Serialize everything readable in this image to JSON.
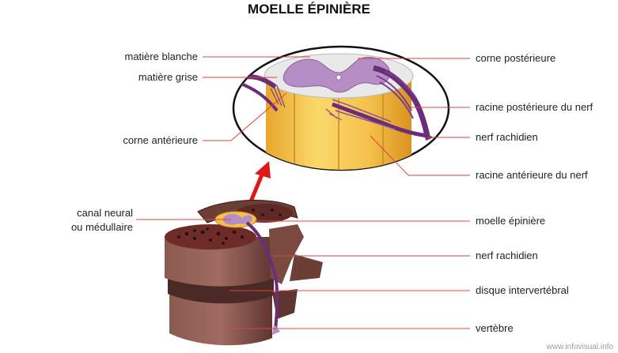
{
  "title": "MOELLE ÉPINIÈRE",
  "labels_left": {
    "matiere_blanche": "matière blanche",
    "matiere_grise": "matière grise",
    "corne_anterieure": "corne antérieure",
    "canal_neural_1": "canal neural",
    "canal_neural_2": "ou médullaire"
  },
  "labels_right": {
    "corne_posterieure": "corne postérieure",
    "racine_posterieure": "racine postérieure du nerf",
    "nerf_rachidien_top": "nerf rachidien",
    "racine_anterieure": "racine antérieure du nerf",
    "moelle_epiniere": "moelle épinière",
    "nerf_rachidien_bottom": "nerf rachidien",
    "disque": "disque intervertébral",
    "vertebre": "vertèbre"
  },
  "watermark": "www.infovisual.info",
  "colors": {
    "leader_line": "#e04040",
    "grey_matter": "#b48ec4",
    "white_matter": "#e8e8e8",
    "nerve": "#6b2d7a",
    "cord_body": "#f5c24c",
    "bone": "#6b3f36",
    "disc": "#4a2a24",
    "arrow": "#e01818"
  }
}
